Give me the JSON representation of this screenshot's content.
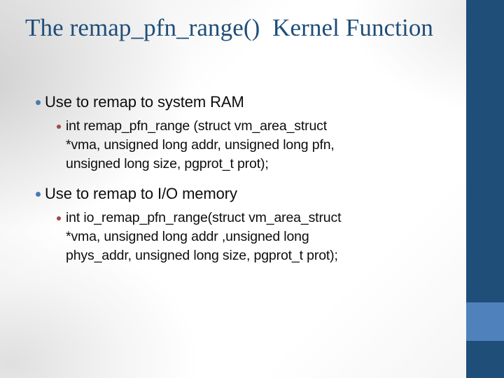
{
  "slide": {
    "title": "The remap_pfn_range()  Kernel Function",
    "theme": {
      "title_color": "#1F4E79",
      "body_color": "#0D0D0D",
      "accent_bar_dark": "#1F4E79",
      "accent_bar_light": "#4F81BD",
      "bullet_level1_color": "#4A7AB0",
      "bullet_level2_color": "#A04848",
      "background": "#FFFFFF"
    },
    "blocks": [
      {
        "heading": "Use to remap to system RAM",
        "code_lines": [
          "int remap_pfn_range (struct vm_area_struct",
          "*vma, unsigned long addr, unsigned long pfn,",
          "unsigned long size, pgprot_t prot);"
        ]
      },
      {
        "heading": "Use to remap to I/O memory",
        "code_lines": [
          "int io_remap_pfn_range(struct vm_area_struct",
          "*vma, unsigned long addr ,unsigned long",
          "phys_addr, unsigned long size, pgprot_t prot);"
        ]
      }
    ]
  }
}
